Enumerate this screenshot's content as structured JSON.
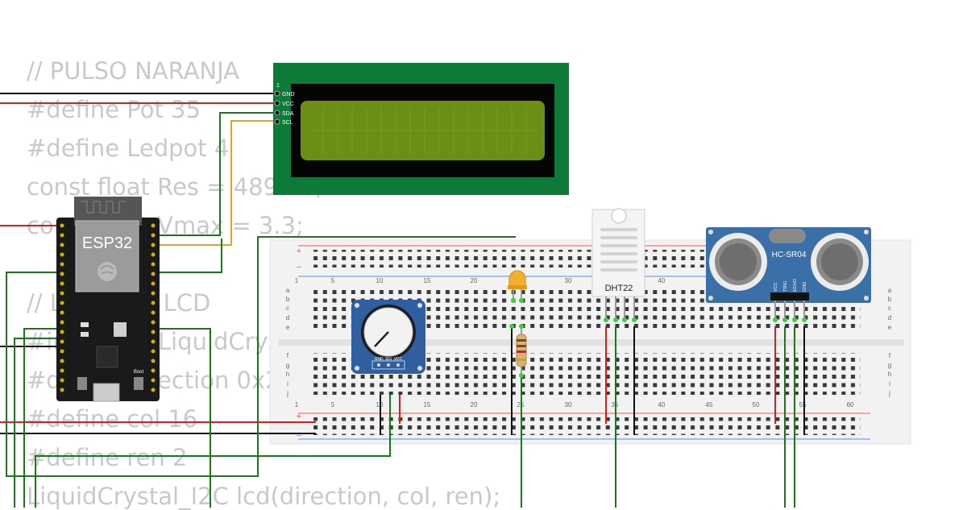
{
  "code": {
    "lines": [
      "// PULSO NARANJA",
      "#define Pot 35",
      "#define Ledpot 4",
      "const float Res = 4895.0;",
      "const float Vmax = 3.3;",
      "",
      "// LIBRERIA LCD",
      "#include <LiquidCrystal_I2C.h>",
      "#define direction 0x27",
      "#define col 16",
      "#define ren 2",
      "LiquidCrystal_I2C lcd(direction, col, ren);"
    ]
  },
  "lcd": {
    "pins": [
      "GND",
      "VCC",
      "SDA",
      "SCL"
    ],
    "pin_number": "1"
  },
  "esp32": {
    "label": "ESP32",
    "boot_label": "Boot"
  },
  "dht22": {
    "label": "DHT22"
  },
  "hcsr04": {
    "label": "HC-SR04",
    "pins": [
      "VCC",
      "TRIG",
      "ECHO",
      "GND"
    ]
  },
  "potentiometer": {
    "pins": [
      "GND",
      "SIG",
      "VCC"
    ]
  },
  "breadboard": {
    "column_numbers": [
      "1",
      "5",
      "10",
      "15",
      "20",
      "25",
      "30",
      "35",
      "40",
      "45",
      "50",
      "55",
      "60"
    ],
    "rows_top": [
      "a",
      "b",
      "c",
      "d",
      "e"
    ],
    "rows_bottom": [
      "f",
      "g",
      "h",
      "i",
      "j"
    ],
    "rail_plus": "+",
    "rail_minus": "−"
  },
  "colors": {
    "wire_red": "#d62020",
    "wire_black": "#111111",
    "wire_green": "#1a7a1a",
    "wire_orange": "#f0a020",
    "lcd_board": "#0d7a3a",
    "lcd_screen": "#6a8f12",
    "hcsr04_board": "#3a6fa8",
    "pot_board": "#2f5fa0",
    "breadboard": "#f2f2f2"
  }
}
